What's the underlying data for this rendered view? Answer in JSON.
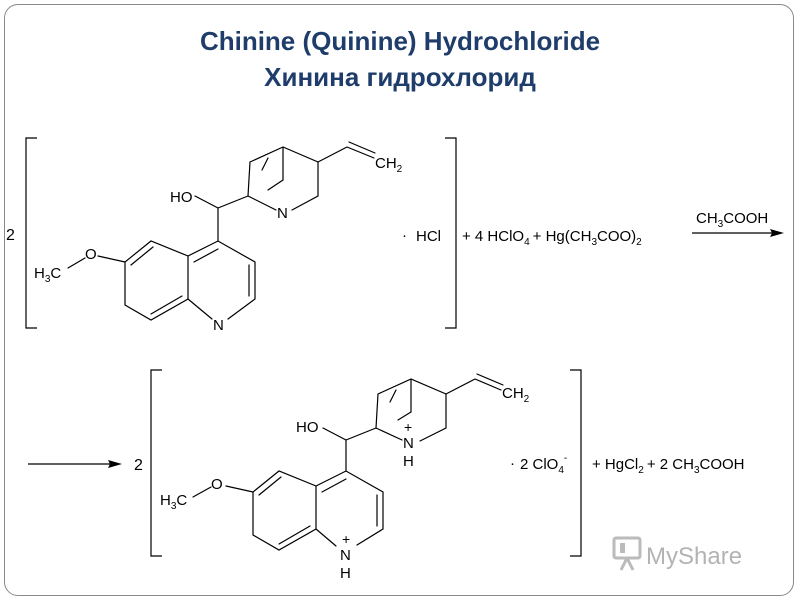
{
  "title": {
    "line1": "Chinine (Quinine) Hydrochloride",
    "line2": "Хинина гидрохлорид"
  },
  "reaction1": {
    "coefficient": "2",
    "ho": "HO",
    "n_ring": "N",
    "n_quin": "N",
    "o": "O",
    "h3c": "H",
    "h3c_sub": "3",
    "h3c_c": "C",
    "ch2_c": "CH",
    "ch2_sub": "2",
    "salt": "HCl",
    "reagents": {
      "p1": "+ 4 HClO",
      "p1_sub": "4",
      "p2": "+ Hg(CH",
      "p2_sub": "3",
      "p3": "COO)",
      "p3_sub": "2"
    },
    "catalyst": {
      "a": "CH",
      "a_sub": "3",
      "b": "COOH"
    }
  },
  "reaction2": {
    "coefficient": "2",
    "ho": "HO",
    "n_ring": "N",
    "n_ring_h": "H",
    "n_ring_charge": "+",
    "n_quin": "N",
    "n_quin_h": "H",
    "n_quin_charge": "+",
    "o": "O",
    "h3c": "H",
    "h3c_sub": "3",
    "h3c_c": "C",
    "ch2_c": "CH",
    "ch2_sub": "2",
    "anion": {
      "a": "2 ClO",
      "a_sub": "4",
      "a_sup": "-"
    },
    "products": {
      "p1": "+ HgCl",
      "p1_sub": "2",
      "p2": "+ 2 CH",
      "p2_sub": "3",
      "p3": "COOH"
    }
  },
  "watermark": {
    "text": "MyShare"
  }
}
